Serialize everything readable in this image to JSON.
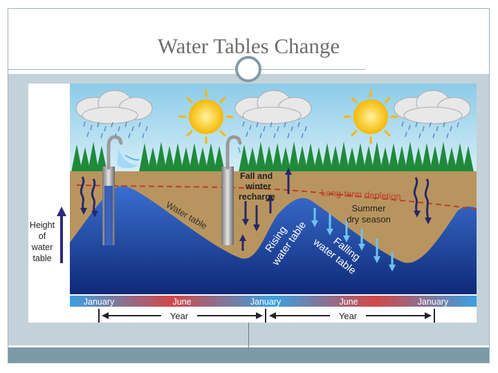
{
  "slide": {
    "title": "Water Tables Change"
  },
  "diagram": {
    "labels": {
      "height_axis_1": "Height",
      "height_axis_2": "of",
      "height_axis_3": "water",
      "height_axis_4": "table",
      "water_table": "Water table",
      "fall_1": "Fall and",
      "fall_2": "winter",
      "fall_3": "recharge",
      "depletion": "Long-term depletion",
      "summer_1": "Summer",
      "summer_2": "dry season",
      "rising_1": "Rising",
      "rising_2": "water table",
      "falling_1": "Falling",
      "falling_2": "water table"
    },
    "timeline": {
      "months": [
        "January",
        "June",
        "January",
        "June",
        "January"
      ],
      "periods": [
        "Year",
        "Year"
      ]
    },
    "colors": {
      "sky": "#9fd3ea",
      "soil": "#b8955e",
      "water": "#1b3f9a",
      "depletion_line": "#c0392b",
      "sun": "#f7c31a"
    }
  }
}
